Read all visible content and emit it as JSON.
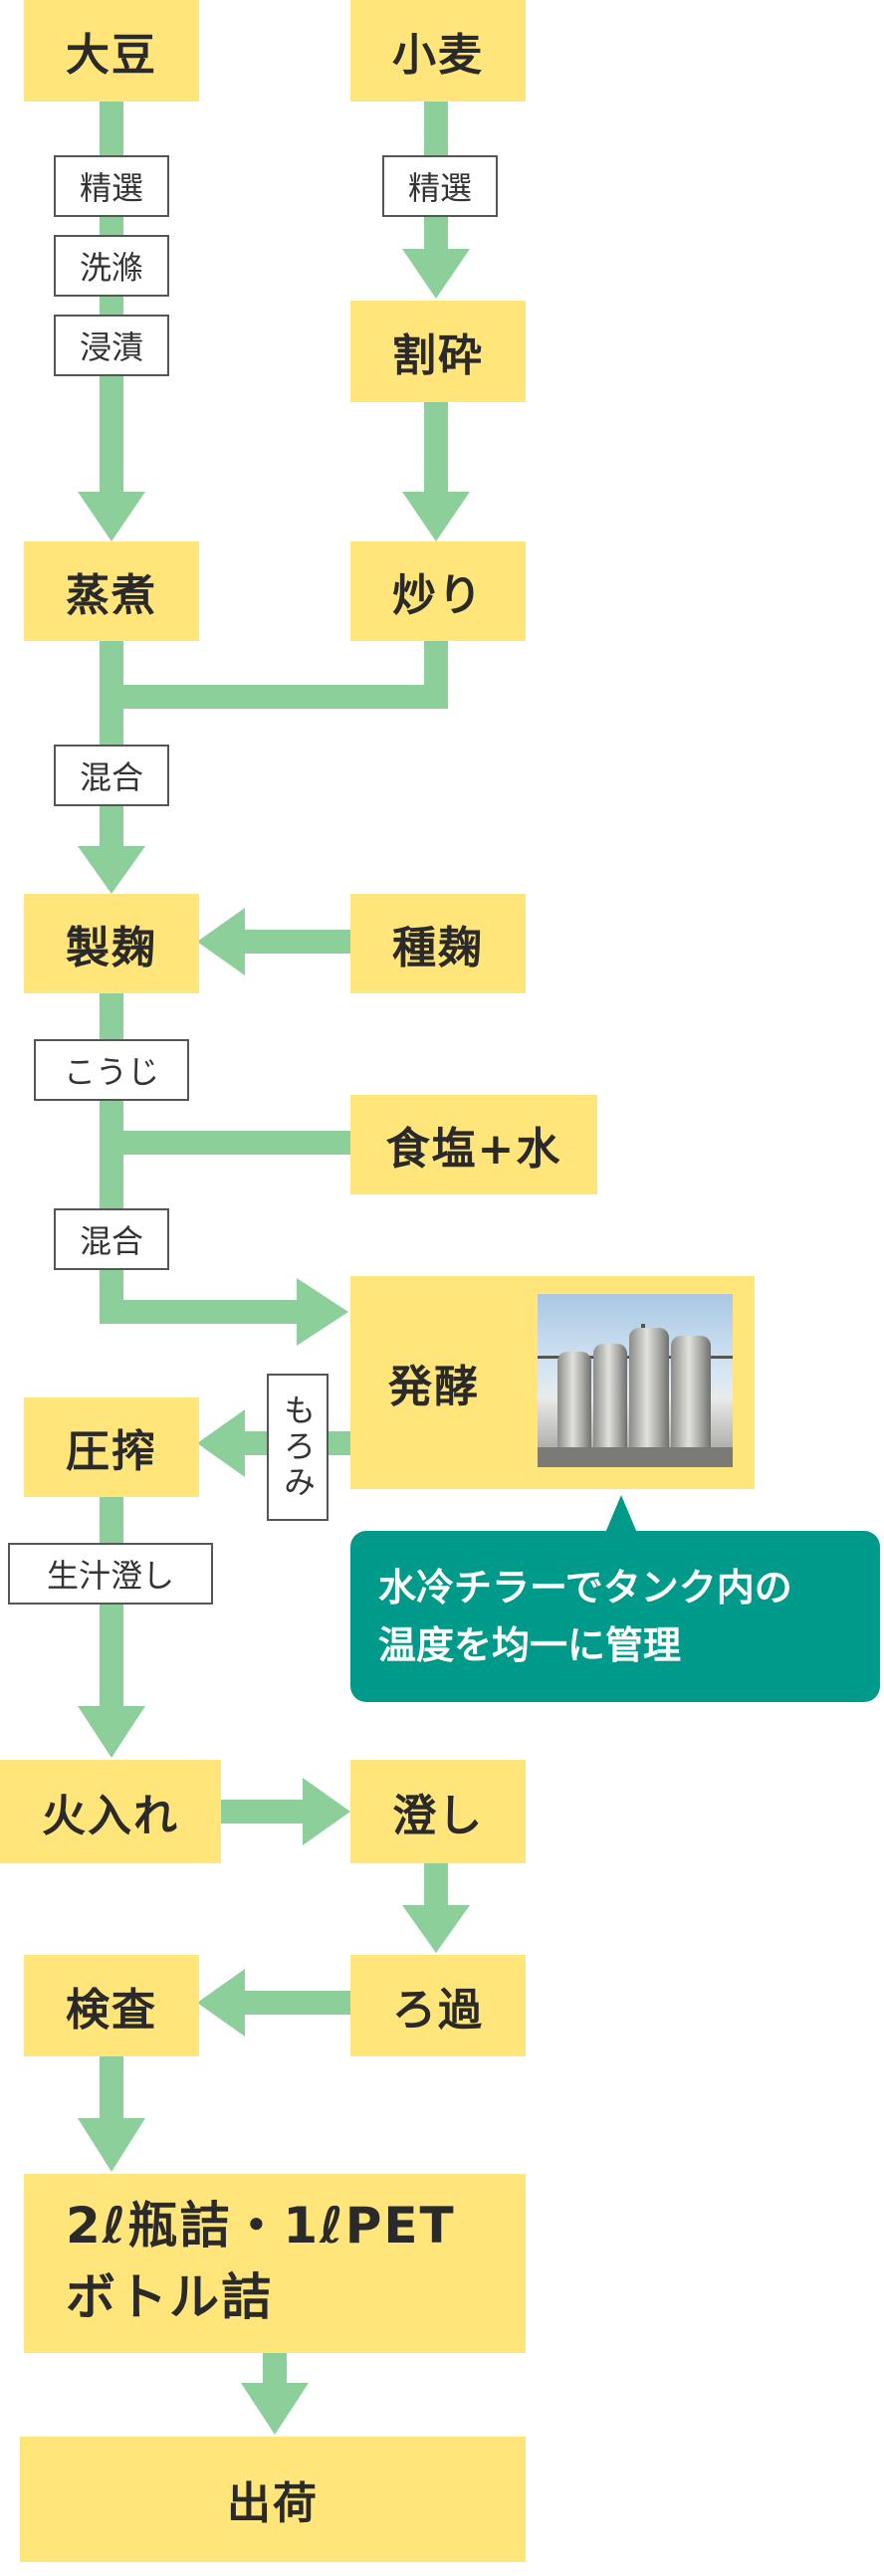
{
  "nodes": {
    "soybean": "大豆",
    "wheat": "小麦",
    "crush": "割砕",
    "steam": "蒸煮",
    "roast": "炒り",
    "koji_make": "製麹",
    "seed_koji": "種麹",
    "salt_water": "食塩+水",
    "ferment": "発酵",
    "press": "圧搾",
    "heat": "火入れ",
    "clarify": "澄し",
    "filter": "ろ過",
    "inspect": "検査",
    "bottle_line1": "2ℓ瓶詰・1ℓPET",
    "bottle_line2": "ボトル詰",
    "ship": "出荷"
  },
  "labels": {
    "select_soy": "精選",
    "wash": "洗滌",
    "soak": "浸漬",
    "select_wheat": "精選",
    "mix1": "混合",
    "koji": "こうじ",
    "mix2": "混合",
    "moromi": "もろみ",
    "raw_clarify": "生汁澄し"
  },
  "callout": {
    "line1": "水冷チラーでタンク内の",
    "line2": "温度を均一に管理"
  },
  "colors": {
    "box": "#ffe57a",
    "arrow": "#8dcf9a",
    "callout": "#009a8a"
  }
}
